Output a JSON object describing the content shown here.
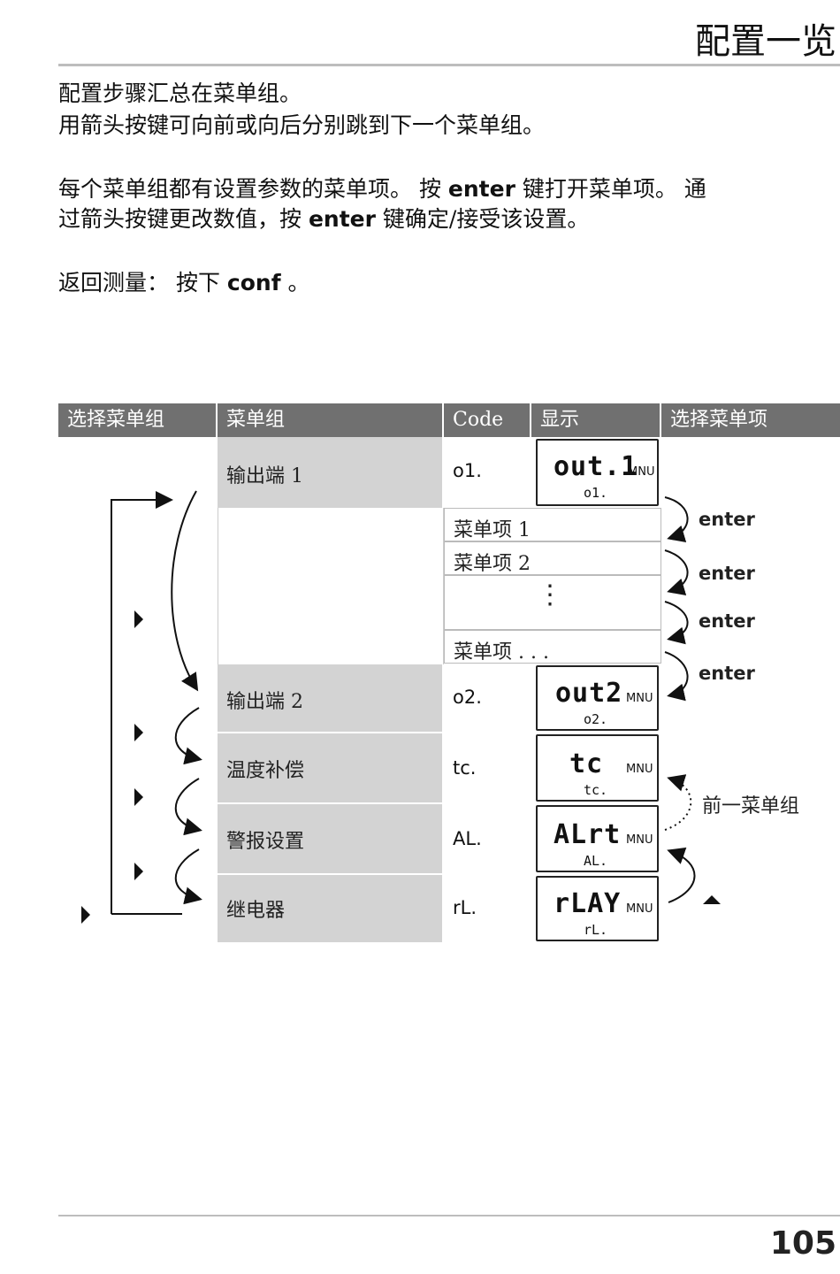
{
  "header": {
    "title": "配置一览"
  },
  "intro": {
    "line1": "配置步骤汇总在菜单组。",
    "line2": "用箭头按键可向前或向后分别跳到下一个菜单组。",
    "line3_a": "每个菜单组都有设置参数的菜单项。 按 ",
    "line3_b": "enter",
    "line3_c": " 键打开菜单项。 通",
    "line4_a": "过箭头按键更改数值，按 ",
    "line4_b": "enter",
    "line4_c": " 键确定/接受该设置。",
    "line5_a": "返回测量：  按下  ",
    "line5_b": "conf",
    "line5_c": " 。"
  },
  "table": {
    "headers": [
      "选择菜单组",
      "菜单组",
      "Code",
      "显示",
      "选择菜单项"
    ],
    "groups": [
      {
        "name": "输出端  1",
        "code": "o1.",
        "lcd_main": "out.1",
        "lcd_sub": "o1."
      },
      {
        "name": "输出端  2",
        "code": "o2.",
        "lcd_main": "out2",
        "lcd_sub": "o2."
      },
      {
        "name": "温度补偿",
        "code": "tc.",
        "lcd_main": "tc",
        "lcd_sub": "tc."
      },
      {
        "name": "警报设置",
        "code": "AL.",
        "lcd_main": "ALrt",
        "lcd_sub": "AL."
      },
      {
        "name": "继电器",
        "code": "rL.",
        "lcd_main": "rLAY",
        "lcd_sub": "rL."
      }
    ],
    "items": [
      "菜单项    1",
      "菜单项  2",
      "⋮",
      "菜单项   . . ."
    ],
    "lcd_mnu": "MNU"
  },
  "enter_labels": [
    "enter",
    "enter",
    "enter",
    "enter"
  ],
  "prev_group": "前一菜单组",
  "footer": {
    "page_number": "105"
  }
}
